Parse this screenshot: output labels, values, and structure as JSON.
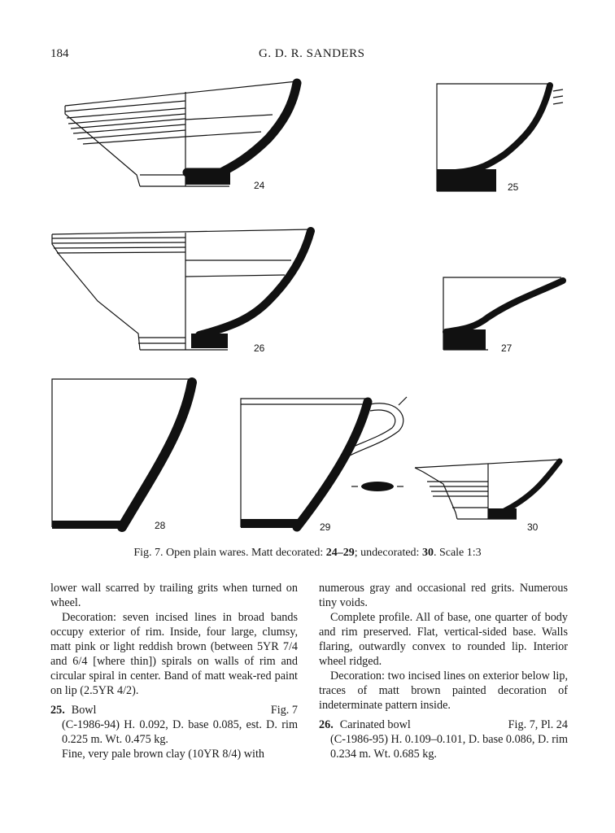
{
  "header": {
    "page_number": "184",
    "author": "G. D. R. SANDERS"
  },
  "figure": {
    "labels": [
      "24",
      "25",
      "26",
      "27",
      "28",
      "29",
      "30"
    ],
    "caption": {
      "fig": "Fig. 7.",
      "text1": " Open plain wares. Matt decorated: ",
      "range": "24–29",
      "text2": "; undecorated: ",
      "undec": "30",
      "text3": ". Scale 1:3"
    }
  },
  "left_column": {
    "p1": "lower wall scarred by trailing grits when turned on wheel.",
    "p2": "Decoration: seven incised lines in broad bands occupy exterior of rim. Inside, four large, clumsy, matt pink or light reddish brown (between 5YR 7/4 and 6/4 [where thin]) spirals on walls of rim and circular spiral in center. Band of matt weak-red paint on lip (2.5YR 4/2).",
    "entry25": {
      "num": "25.",
      "name": "Bowl",
      "ref": "Fig. 7"
    },
    "p3": "(C-1986-94) H. 0.092, D. base 0.085, est. D. rim 0.225 m. Wt. 0.475 kg.",
    "p4": "Fine, very pale brown clay (10YR 8/4) with"
  },
  "right_column": {
    "p1": "numerous gray and occasional red grits. Numerous tiny voids.",
    "p2": "Complete profile. All of base, one quarter of body and rim preserved. Flat, vertical-sided base. Walls flaring, outwardly convex to rounded lip. Interior wheel ridged.",
    "p3": "Decoration: two incised lines on exterior below lip, traces of matt brown painted decoration of indeterminate pattern inside.",
    "entry26": {
      "num": "26.",
      "name": "Carinated bowl",
      "ref": "Fig. 7, Pl. 24"
    },
    "p4": "(C-1986-95) H. 0.109–0.101, D. base 0.086, D. rim 0.234 m. Wt. 0.685 kg."
  }
}
